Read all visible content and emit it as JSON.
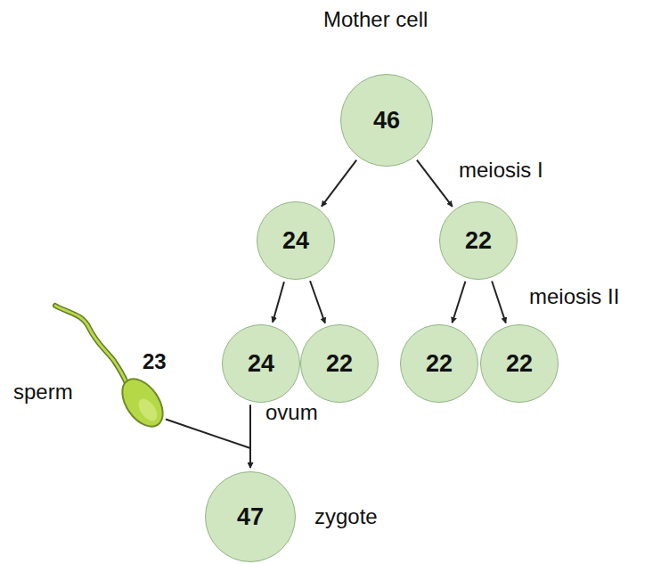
{
  "diagram": {
    "nodes": [
      {
        "text": [
          "46",
          "Mother cell"
        ]
      },
      {
        "text": [
          "24"
        ]
      },
      {
        "text": [
          "22"
        ]
      },
      {
        "text": [
          "24",
          "ovum"
        ]
      },
      {
        "text": [
          "22"
        ]
      },
      {
        "text": [
          "22"
        ]
      },
      {
        "text": [
          "22"
        ]
      },
      {
        "text": [
          "23",
          "sperm"
        ]
      },
      {
        "text": [
          "47",
          "zygote"
        ]
      }
    ],
    "edges": [
      {
        "from": 0,
        "to": 1,
        "arrow": "to"
      },
      {
        "from": 0,
        "to": 2,
        "arrow": "to"
      },
      {
        "from": 1,
        "to": 3,
        "arrow": "to"
      },
      {
        "from": 1,
        "to": 4,
        "arrow": "to"
      },
      {
        "from": 2,
        "to": 5,
        "arrow": "to"
      },
      {
        "from": 2,
        "to": 6,
        "arrow": "to"
      },
      {
        "from": 3,
        "to": 8,
        "arrow": "to"
      },
      {
        "from": 7,
        "to": 8,
        "arrow": "to"
      }
    ],
    "labels": [
      "meiosis I",
      "meiosis II"
    ]
  }
}
